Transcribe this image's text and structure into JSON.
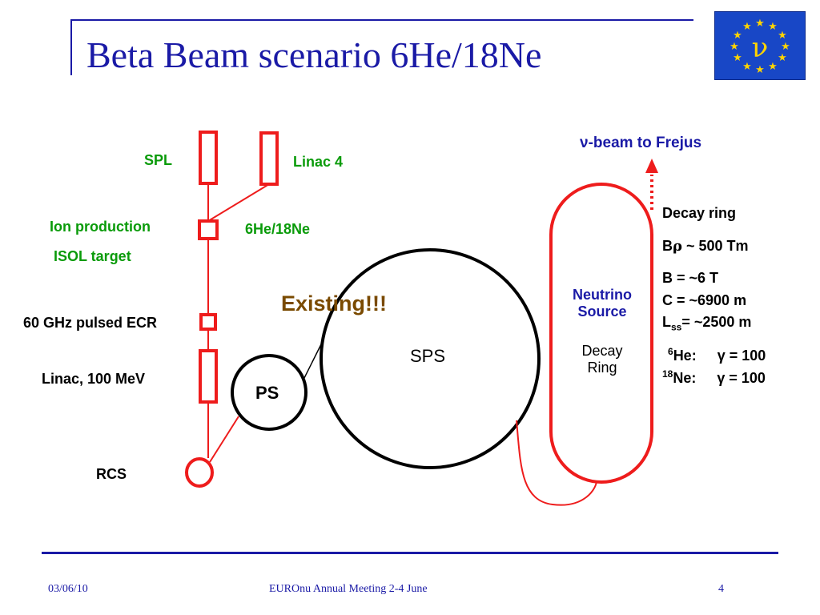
{
  "slide": {
    "title": "Beta Beam scenario 6He/18Ne",
    "logo_symbol": "ν"
  },
  "diagram": {
    "spl": "SPL",
    "linac4": "Linac 4",
    "ion_production": "Ion production",
    "isol_target": "ISOL target",
    "isotopes": "6He/18Ne",
    "ecr": "60 GHz pulsed ECR",
    "linac": "Linac, 100 MeV",
    "rcs": "RCS",
    "ps": "PS",
    "sps": "SPS",
    "existing": "Existing!!!",
    "neutrino_source_1": "Neutrino",
    "neutrino_source_2": "Source",
    "decay_ring_1": "Decay",
    "decay_ring_2": "Ring",
    "beam_to": "ν-beam to Frejus"
  },
  "decay_ring_params": {
    "heading": "Decay ring",
    "brho_symbol": "B",
    "brho_rho": "ρ",
    "brho_value": " ~ 500 Tm",
    "b_field": "B = ~6 T",
    "circumference": "C = ~6900 m",
    "lss_L": "L",
    "lss_sub": "ss",
    "lss_value": "= ~2500 m",
    "he_sup": "6",
    "he_label": "He:",
    "he_gamma": "γ = 100",
    "ne_sup": "18",
    "ne_label": "Ne:",
    "ne_gamma": "γ = 100"
  },
  "footer": {
    "date": "03/06/10",
    "event": "EUROnu Annual Meeting 2-4  June",
    "page": "4"
  },
  "colors": {
    "title": "#1a1aa6",
    "accelerator_red": "#ee1c1c",
    "label_green": "#0a9b0a",
    "existing_brown": "#7a4a00"
  }
}
